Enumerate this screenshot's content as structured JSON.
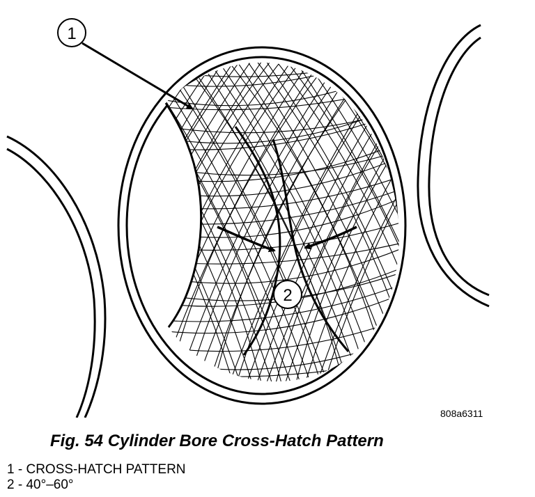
{
  "figure": {
    "code": "808a6311",
    "caption": "Fig. 54 Cylinder Bore Cross-Hatch Pattern",
    "callouts": [
      {
        "number": "1"
      },
      {
        "number": "2"
      }
    ],
    "legend": [
      {
        "number": "1",
        "separator": " - ",
        "text": "CROSS-HATCH PATTERN"
      },
      {
        "number": "2",
        "separator": " - ",
        "text": "40°–60°"
      }
    ]
  }
}
